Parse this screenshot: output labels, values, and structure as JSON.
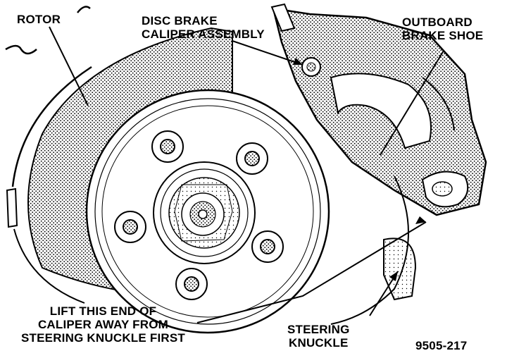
{
  "labels": {
    "rotor": "ROTOR",
    "disc_brake_caliper": [
      "DISC BRAKE",
      "CALIPER ASSEMBLY"
    ],
    "outboard_brake_shoe": [
      "OUTBOARD",
      "BRAKE SHOE"
    ],
    "lift_instruction": [
      "LIFT THIS END OF",
      "CALIPER AWAY FROM",
      "STEERING KNUCKLE FIRST"
    ],
    "steering_knuckle": [
      "STEERING",
      "KNUCKLE"
    ],
    "figure_number": "9505-217"
  },
  "colors": {
    "ink": "#000000",
    "paper": "#ffffff"
  }
}
